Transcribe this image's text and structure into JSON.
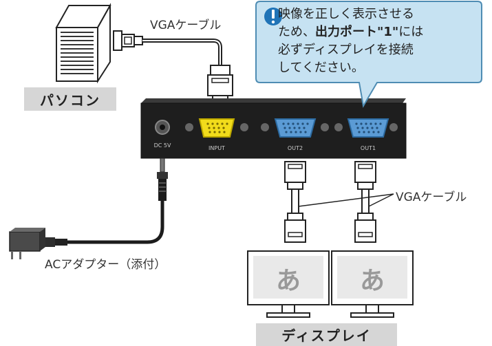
{
  "labels": {
    "pc": "パソコン",
    "display": "ディスプレイ",
    "vga_cable_top": "VGAケーブル",
    "vga_cable_right": "VGAケーブル",
    "ac_adapter": "ACアダプター（添付）",
    "port_input": "INPUT",
    "port_out2": "OUT2",
    "port_out1": "OUT1",
    "power_jack": "DC 5V",
    "monitor_left_char": "あ",
    "monitor_right_char": "あ"
  },
  "callout": {
    "icon": "exclamation-icon",
    "line1": "映像を正しく表示させる",
    "line2_pre": "ため、",
    "line2_bold": "出力ポート\"1\"",
    "line2_post": "には",
    "line3": "必ずディスプレイを接続",
    "line4": "してください。"
  },
  "colors": {
    "callout_bg": "#c6e2f2",
    "callout_border": "#4e8cb3",
    "icon_blue": "#1f73b7",
    "label_box": "#d6d6d6",
    "splitter_body": "#1e1e1e",
    "input_port": "#f2dc1b",
    "output_port": "#5b9bd5"
  }
}
